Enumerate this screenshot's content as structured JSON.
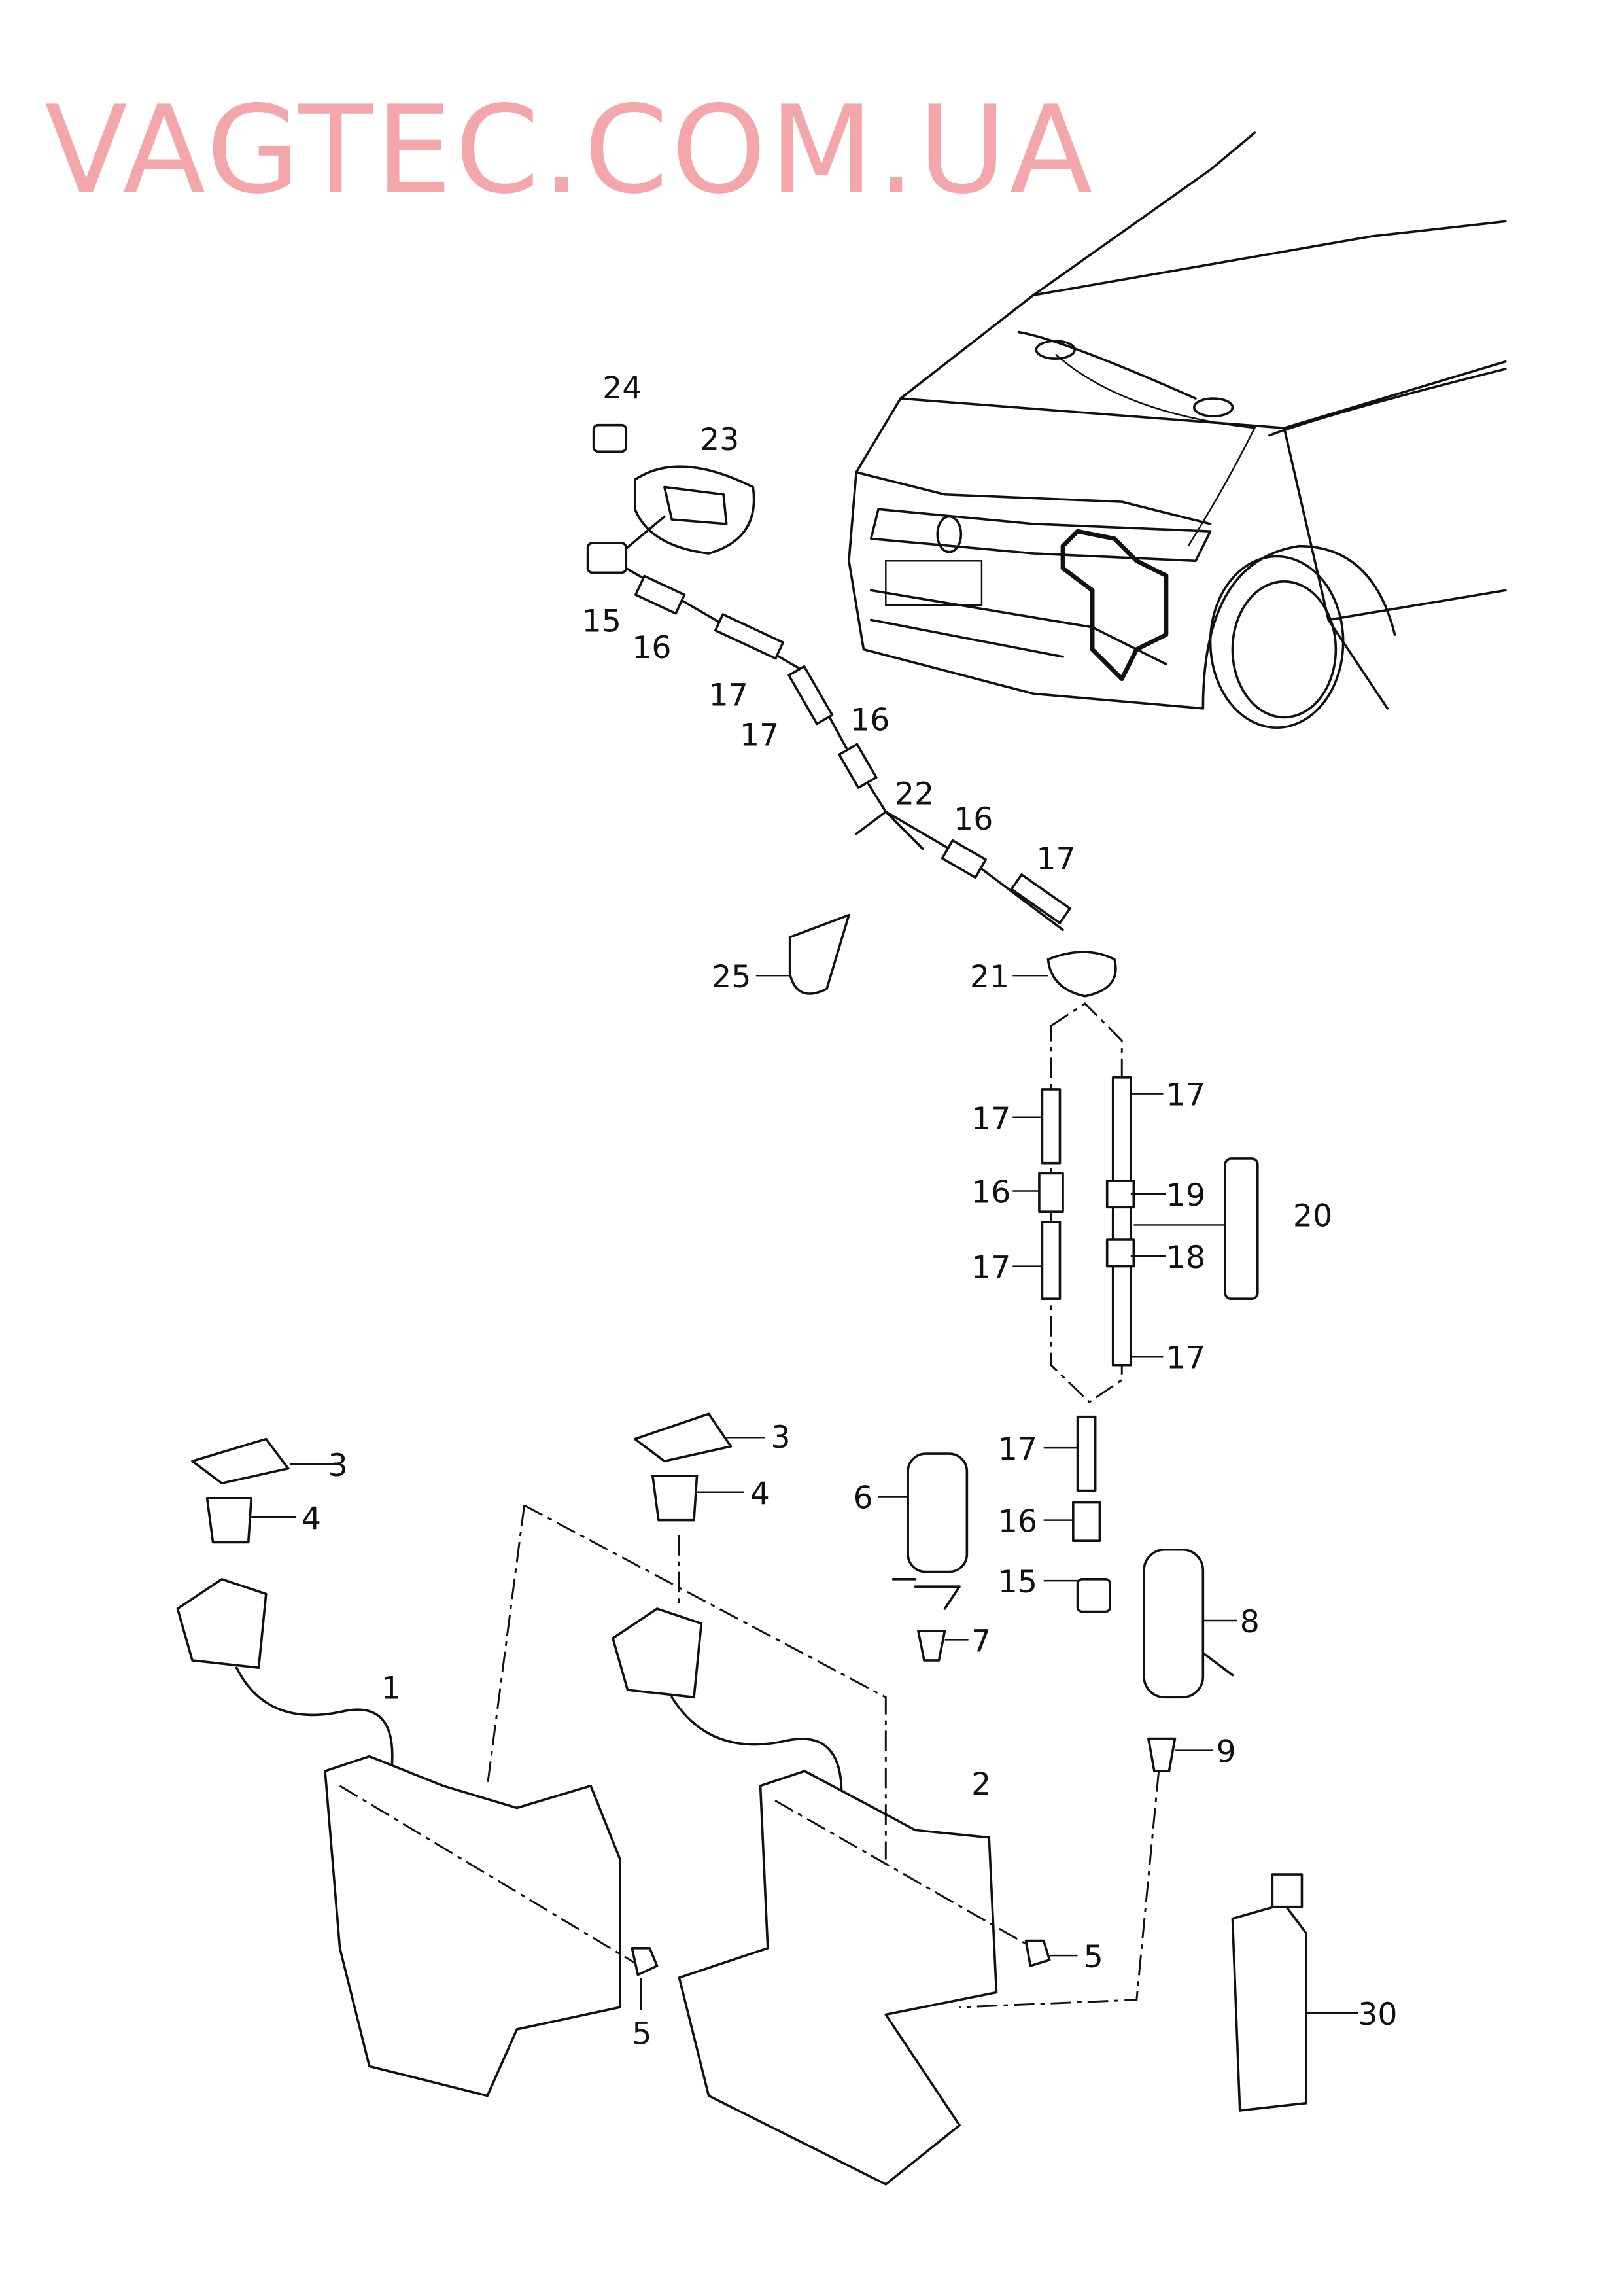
{
  "watermark": "VAGTEC.COM.UA",
  "colors": {
    "watermark": "#f08a8e",
    "line": "#111111"
  },
  "callouts": {
    "c24": "24",
    "c23": "23",
    "c15a": "15",
    "c16a": "16",
    "c17a": "17",
    "c17b": "17",
    "c16b": "16",
    "c22": "22",
    "c16c": "16",
    "c17c": "17",
    "c25": "25",
    "c21": "21",
    "c17d": "17",
    "c17e": "17",
    "c16d": "16",
    "c19": "19",
    "c20": "20",
    "c18": "18",
    "c17f": "17",
    "c17g": "17",
    "c17h": "17",
    "c16e": "16",
    "c15b": "15",
    "c8": "8",
    "c3a": "3",
    "c4a": "4",
    "c3b": "3",
    "c4b": "4",
    "c6": "6",
    "c7": "7",
    "c9": "9",
    "c1": "1",
    "c2": "2",
    "c5a": "5",
    "c5b": "5",
    "c30": "30"
  }
}
